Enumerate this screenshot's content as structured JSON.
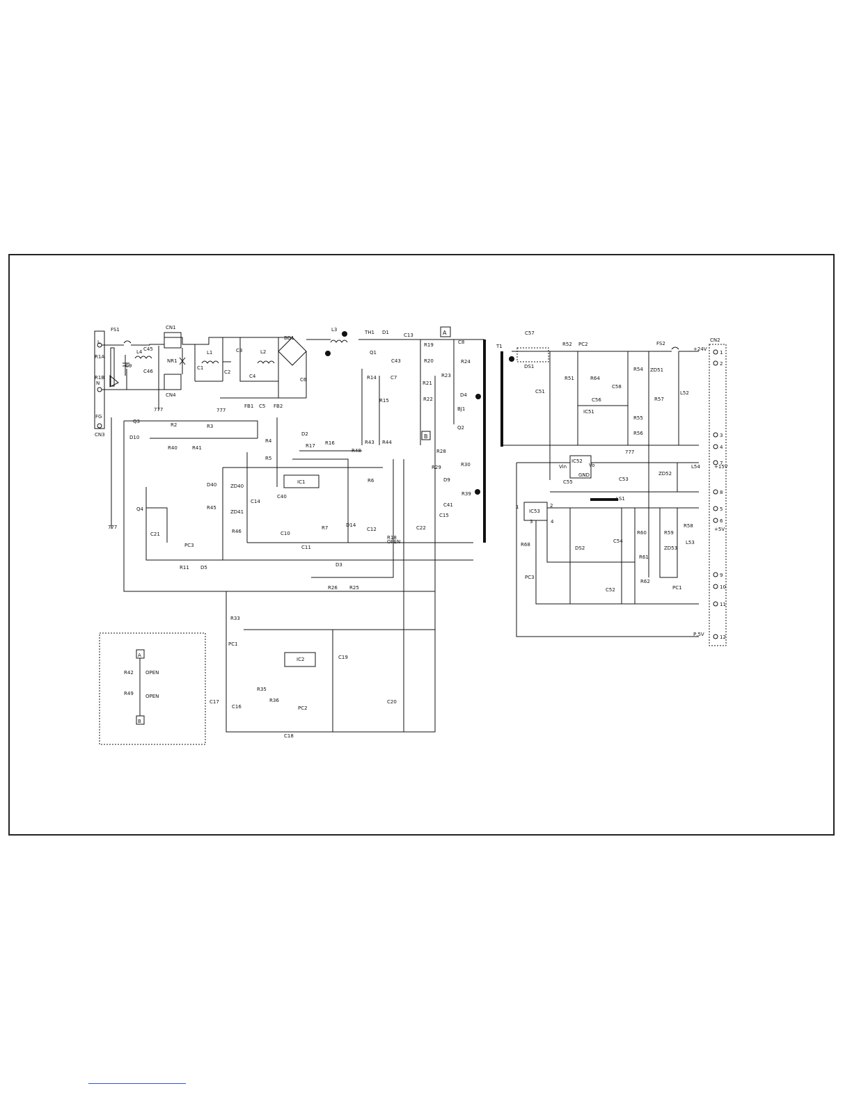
{
  "labels": {
    "FS1": "FS1",
    "L": "L",
    "R1A": "R1A",
    "R1B": "R1B",
    "N": "N",
    "FG": "FG",
    "CN3": "CN3",
    "C45": "C45",
    "C46": "C46",
    "L4": "L4",
    "C9": "C9",
    "CN1": "CN1",
    "NR1": "NR1",
    "CN4": "CN4",
    "L1": "L1",
    "C1": "C1",
    "C3": "C3",
    "C2": "C2",
    "L2": "L2",
    "C4": "C4",
    "BD1": "BD1",
    "C6": "C6",
    "FB1": "FB1",
    "C5": "C5",
    "FB2": "FB2",
    "L3": "L3",
    "TH1": "TH1",
    "D1": "D1",
    "C13": "C13",
    "A": "A",
    "R19": "R19",
    "C8": "C8",
    "Q1": "Q1",
    "C43": "C43",
    "R20": "R20",
    "R24": "R24",
    "R14": "R14",
    "C7": "C7",
    "R23": "R23",
    "R21": "R21",
    "R15": "R15",
    "R22": "R22",
    "D4": "D4",
    "BJ1": "BJ1",
    "T1": "T1",
    "Q3": "Q3",
    "R2": "R2",
    "R3": "R3",
    "D10": "D10",
    "R40": "R40",
    "R41": "R41",
    "D2": "D2",
    "R17": "R17",
    "R16": "R16",
    "R48": "R48",
    "R43": "R43",
    "R44": "R44",
    "B": "B",
    "Q2": "Q2",
    "R28": "R28",
    "R29": "R29",
    "R30": "R30",
    "R4": "R4",
    "R5": "R5",
    "R6": "R6",
    "D40": "D40",
    "ZD40": "ZD40",
    "C14": "C14",
    "C40": "C40",
    "IC1": "IC1",
    "D9": "D9",
    "R39": "R39",
    "C41": "C41",
    "C15": "C15",
    "Q4": "Q4",
    "R45": "R45",
    "ZD41": "ZD41",
    "R46": "R46",
    "C21": "C21",
    "PC3": "PC3",
    "C10": "C10",
    "C11": "C11",
    "R7": "R7",
    "D14": "D14",
    "C12": "C12",
    "R18": "R18",
    "OPEN": "OPEN",
    "C22": "C22",
    "R11": "R11",
    "D5": "D5",
    "D3": "D3",
    "R26": "R26",
    "R25": "R25",
    "R33": "R33",
    "PC1": "PC1",
    "IC2": "IC2",
    "C19": "C19",
    "C17": "C17",
    "C16": "C16",
    "R35": "R35",
    "R36": "R36",
    "PC2": "PC2",
    "C18": "C18",
    "C20": "C20",
    "R42": "R42",
    "R49": "R49",
    "C57": "C57",
    "DS1": "DS1",
    "R52": "R52",
    "FS2": "FS2",
    "R51": "R51",
    "R64": "R64",
    "C58": "C58",
    "C56": "C56",
    "R54": "R54",
    "ZD51": "ZD51",
    "C51": "C51",
    "IC51": "IC51",
    "R57": "R57",
    "R55": "R55",
    "R56": "R56",
    "L52": "L52",
    "CN2": "CN2",
    "V24": "+24V",
    "IC52": "IC52",
    "Vin": "Vin",
    "Vo": "Vo",
    "GND": "GND",
    "C55": "C55",
    "C53": "C53",
    "ZD52": "ZD52",
    "L54": "L54",
    "V15": "+15V",
    "IC53": "IC53",
    "LS1": "LS1",
    "R58": "R58",
    "V5": "+5V",
    "C54": "C54",
    "R60": "R60",
    "R59": "R59",
    "ZD53": "ZD53",
    "L53": "L53",
    "R68": "R68",
    "DS2": "DS2",
    "R61": "R61",
    "R62": "R62",
    "C52": "C52",
    "P5V": "P,5V",
    "p1": "1",
    "p2": "2",
    "p3": "3",
    "p4": "4",
    "p7": "7",
    "p8": "8",
    "p5": "5",
    "p6": "6",
    "p9": "9",
    "p10": "10",
    "p11": "11",
    "p12": "12",
    "c1": "1",
    "c2": "2",
    "c3": "3",
    "c4": "4"
  }
}
